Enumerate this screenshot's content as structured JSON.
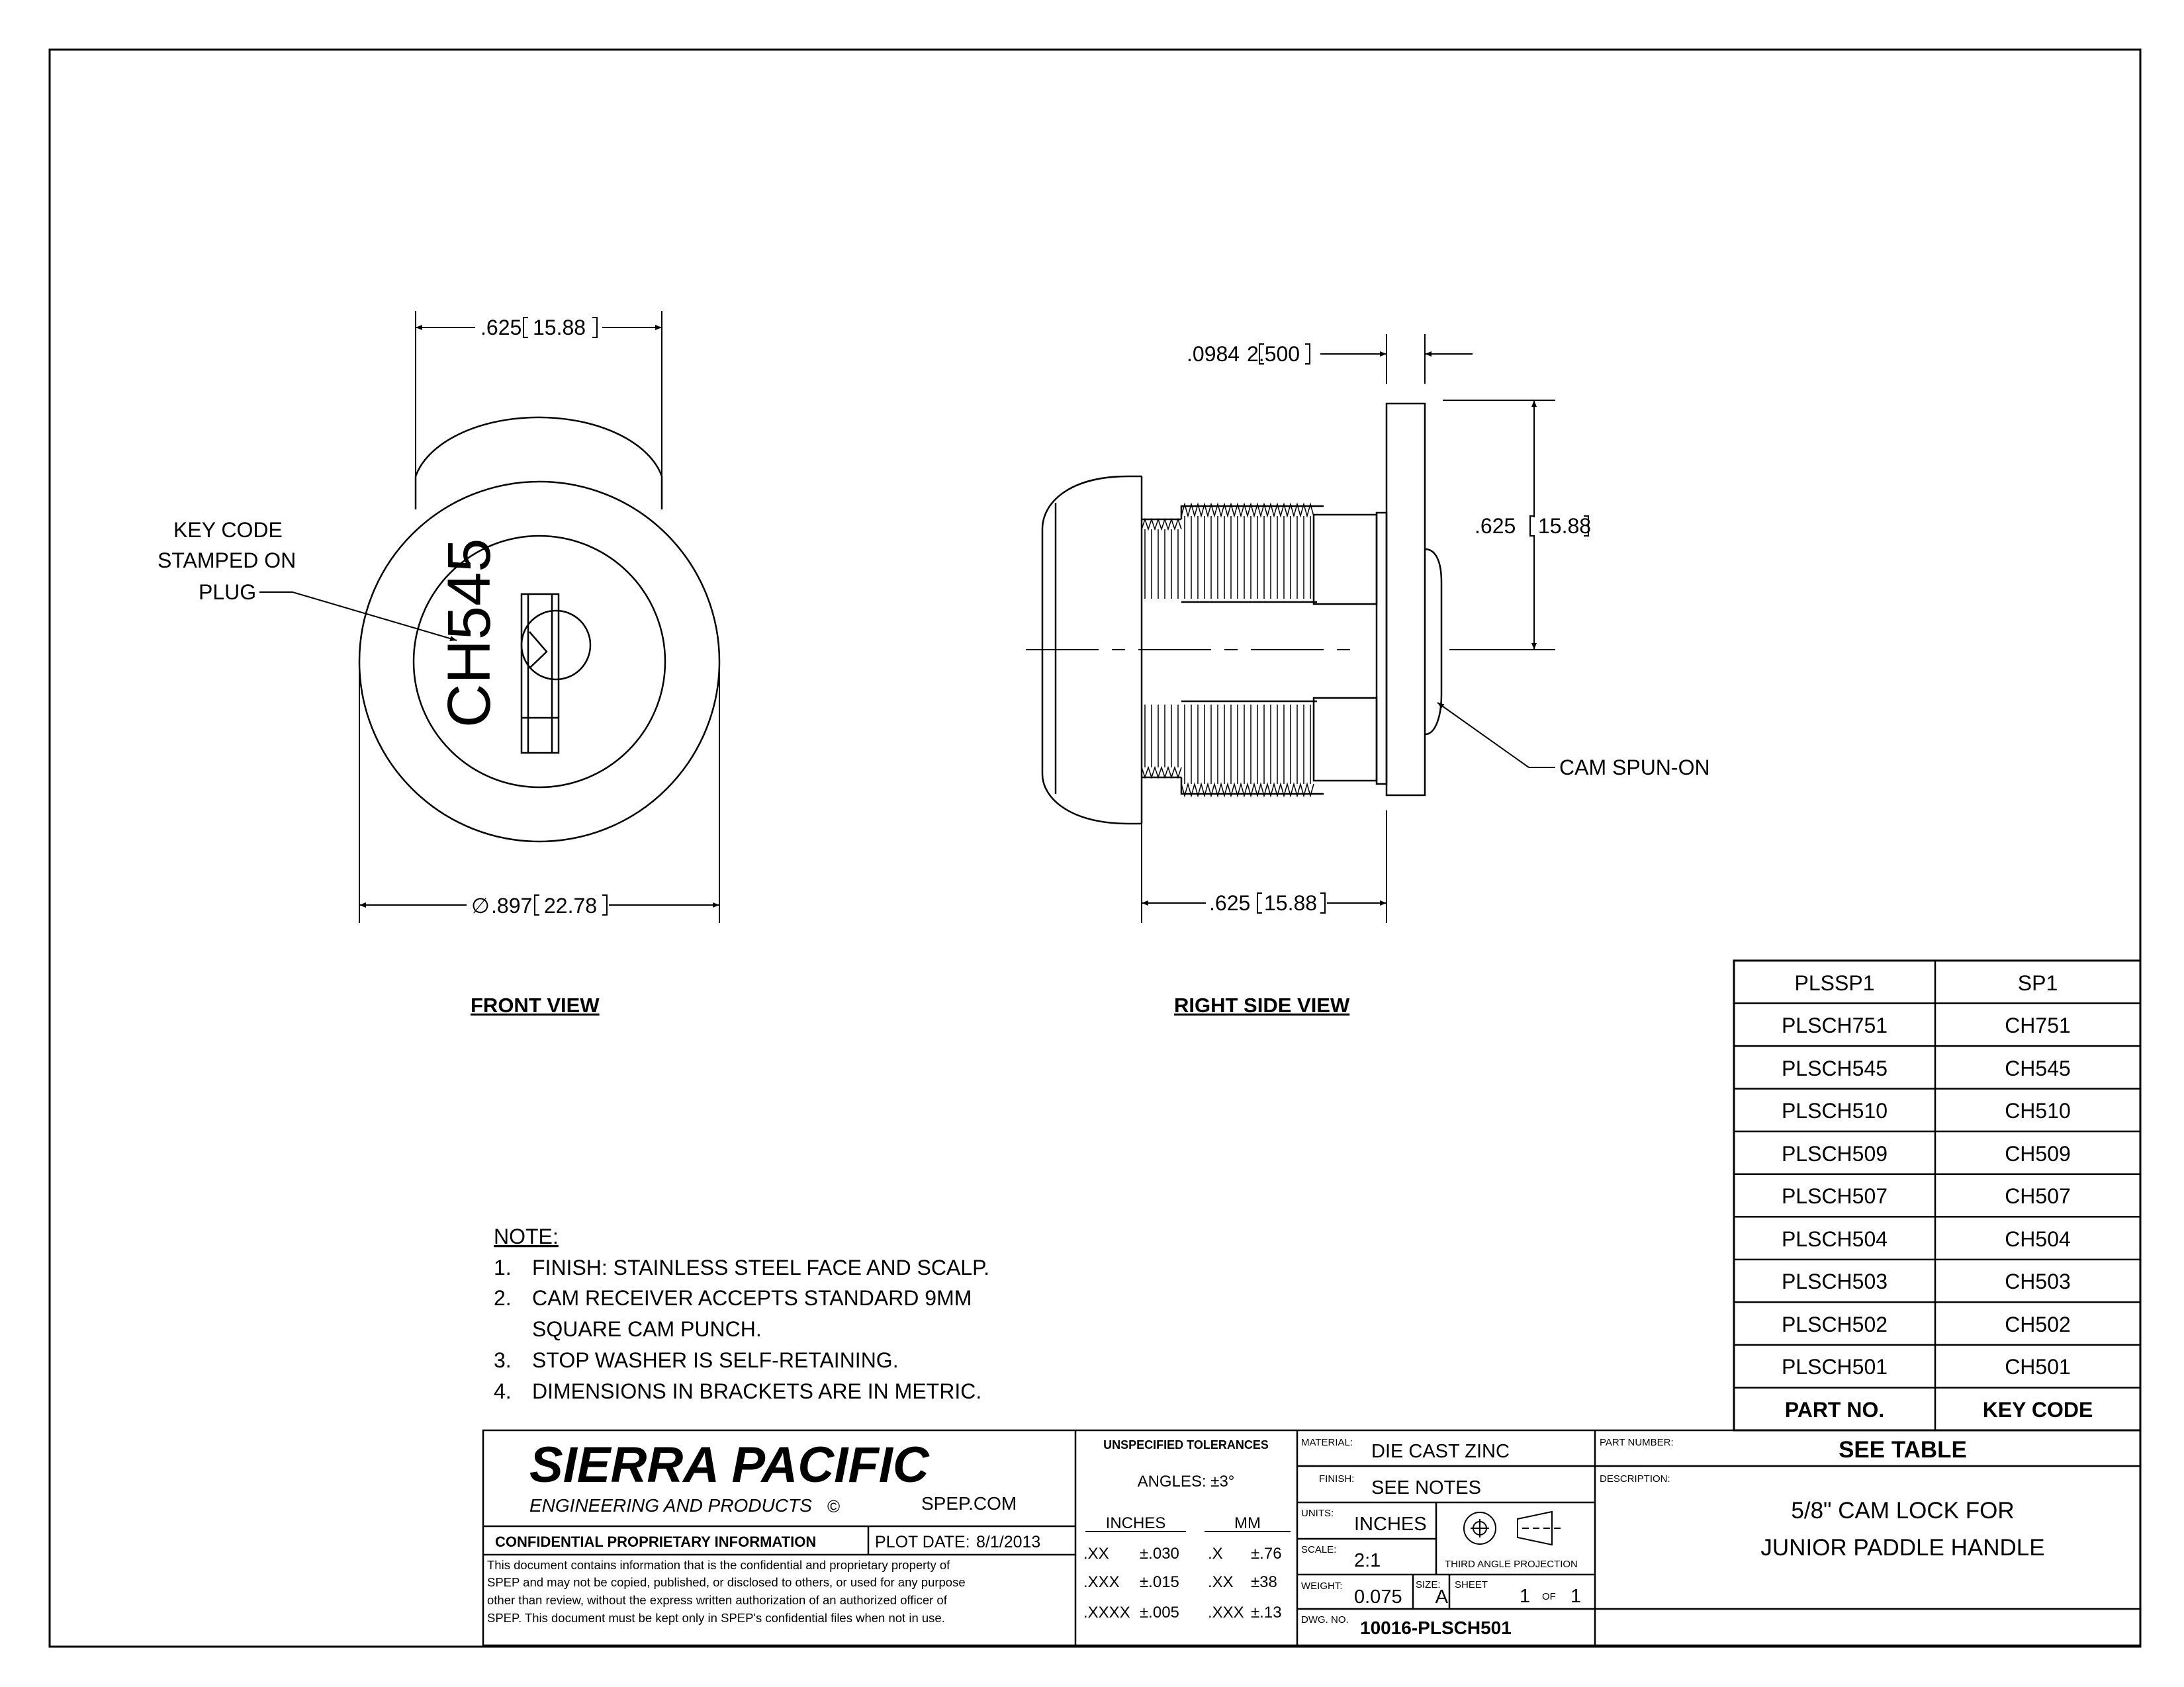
{
  "front_view": {
    "title": "FRONT VIEW",
    "dim_width_in": ".625",
    "dim_width_mm": "15.88",
    "dim_diameter_symbol": "∅",
    "dim_diameter_in": ".897",
    "dim_diameter_mm": "22.78",
    "key_code_label": [
      "KEY CODE",
      "STAMPED ON",
      "PLUG"
    ],
    "stamp_text": "CH545"
  },
  "side_view": {
    "title": "RIGHT SIDE VIEW",
    "dim_cam_in": ".0984",
    "dim_cam_mm": "2.500",
    "dim_height_in": ".625",
    "dim_height_mm": "15.88",
    "dim_length_in": ".625",
    "dim_length_mm": "15.88",
    "cam_label": "CAM SPUN-ON"
  },
  "notes": {
    "heading": "NOTE:",
    "items": [
      {
        "num": "1.",
        "lines": [
          "FINISH: STAINLESS STEEL FACE AND SCALP."
        ]
      },
      {
        "num": "2.",
        "lines": [
          "CAM RECEIVER ACCEPTS STANDARD 9MM",
          "SQUARE CAM PUNCH."
        ]
      },
      {
        "num": "3.",
        "lines": [
          "STOP WASHER IS SELF-RETAINING."
        ]
      },
      {
        "num": "4.",
        "lines": [
          "DIMENSIONS IN BRACKETS ARE IN METRIC."
        ]
      }
    ]
  },
  "part_table": {
    "rows": [
      {
        "part": "PLSSP1",
        "key": "SP1"
      },
      {
        "part": "PLSCH751",
        "key": "CH751"
      },
      {
        "part": "PLSCH545",
        "key": "CH545"
      },
      {
        "part": "PLSCH510",
        "key": "CH510"
      },
      {
        "part": "PLSCH509",
        "key": "CH509"
      },
      {
        "part": "PLSCH507",
        "key": "CH507"
      },
      {
        "part": "PLSCH504",
        "key": "CH504"
      },
      {
        "part": "PLSCH503",
        "key": "CH503"
      },
      {
        "part": "PLSCH502",
        "key": "CH502"
      },
      {
        "part": "PLSCH501",
        "key": "CH501"
      }
    ],
    "header_part": "PART NO.",
    "header_key": "KEY CODE"
  },
  "title_block": {
    "company": "SIERRA PACIFIC",
    "subtitle": "ENGINEERING AND PRODUCTS",
    "copyright": "©",
    "website": "SPEP.COM",
    "confidential": "CONFIDENTIAL PROPRIETARY INFORMATION",
    "plot_date_label": "PLOT DATE:",
    "plot_date": "8/1/2013",
    "disclaimer": [
      "This document contains information that is the confidential and proprietary property of",
      "SPEP and may not be copied, published, or disclosed to others, or used for any purpose",
      "other than review, without the express written authorization of an authorized officer of",
      "SPEP. This document must be kept only in SPEP's confidential files when not in use."
    ],
    "tolerances_title": "UNSPECIFIED TOLERANCES",
    "angles": "ANGLES: ±3°",
    "inches_label": "INCHES",
    "mm_label": "MM",
    "tolerances": [
      {
        "in_fmt": ".XX",
        "in_val": "±.030",
        "mm_fmt": ".X",
        "mm_val": "±.76"
      },
      {
        "in_fmt": ".XXX",
        "in_val": "±.015",
        "mm_fmt": ".XX",
        "mm_val": "±38"
      },
      {
        "in_fmt": ".XXXX",
        "in_val": "±.005",
        "mm_fmt": ".XXX",
        "mm_val": "±.13"
      }
    ],
    "material_label": "MATERIAL:",
    "material": "DIE CAST ZINC",
    "finish_label": "FINISH:",
    "finish": "SEE NOTES",
    "units_label": "UNITS:",
    "units": "INCHES",
    "projection": "THIRD ANGLE PROJECTION",
    "scale_label": "SCALE:",
    "scale": "2:1",
    "weight_label": "WEIGHT:",
    "weight": "0.075",
    "size_label": "SIZE:",
    "size": "A",
    "sheet_label": "SHEET",
    "sheet": "1",
    "of_label": "OF",
    "sheet_total": "1",
    "dwg_label": "DWG. NO.",
    "dwg_no": "10016-PLSCH501",
    "part_number_label": "PART NUMBER:",
    "part_number": "SEE TABLE",
    "description_label": "DESCRIPTION:",
    "description": [
      "5/8\" CAM LOCK FOR",
      "JUNIOR PADDLE HANDLE"
    ]
  }
}
